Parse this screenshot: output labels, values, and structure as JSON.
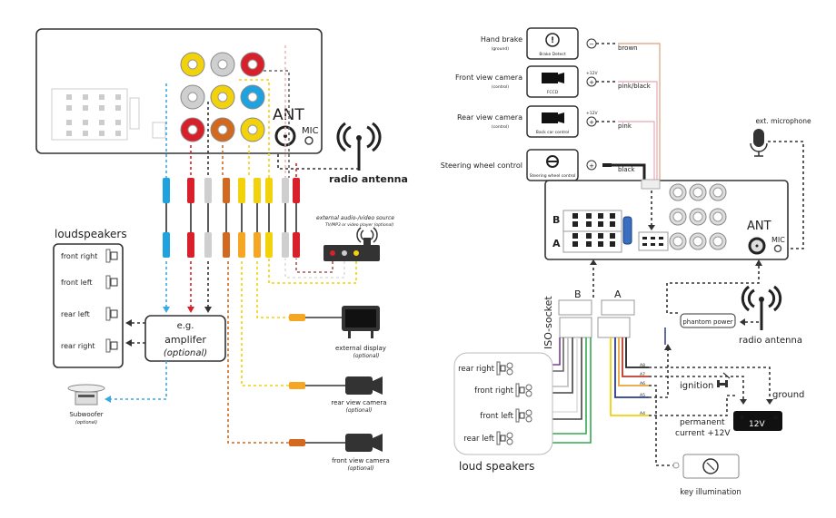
{
  "left_panel": {
    "head_unit": {
      "ant_label": "ANT",
      "mic_label": "MIC"
    },
    "radio_antenna_label": "radio antenna",
    "ext_av_source": {
      "title": "external audio-/video source",
      "subtitle": "TV/MP3 or video player (optional)"
    },
    "loudspeakers": {
      "title": "loudspeakers",
      "items": [
        "front right",
        "front left",
        "rear left",
        "rear right"
      ]
    },
    "amplifier": {
      "line1": "e.g.",
      "line2": "amplifer",
      "line3": "(optional)"
    },
    "subwoofer": {
      "label": "Subwoofer",
      "note": "(optional)"
    },
    "external_display": {
      "label": "external display",
      "note": "(optional)"
    },
    "rear_camera": {
      "label": "rear view camera",
      "note": "(optional)"
    },
    "front_camera": {
      "label": "front view camera",
      "note": "(optional)"
    },
    "rca_colors": [
      "#1fa3e0",
      "#d7202a",
      "#cfcfcf",
      "#d2691e",
      "#f2d20a",
      "#f2d20a",
      "#f2d20a",
      "#cfcfcf",
      "#d7202a"
    ]
  },
  "right_panel": {
    "controls": [
      {
        "label": "Hand brake",
        "sub": "(ground)",
        "box": "Brake Detect",
        "sign": "−",
        "volt": "",
        "wire": "brown"
      },
      {
        "label": "Front view camera",
        "sub": "(control)",
        "box": "FCCD",
        "sign": "+",
        "volt": "+12V",
        "wire": "pink/black"
      },
      {
        "label": "Rear view camera",
        "sub": "(control)",
        "box": "Back car control",
        "sign": "+",
        "volt": "+12V",
        "wire": "pink"
      },
      {
        "label": "Steering wheel control",
        "sub": "",
        "box": "Steering wheel control",
        "sign": "+",
        "volt": "",
        "wire": "black"
      }
    ],
    "ext_microphone_label": "ext. microphone",
    "head_unit": {
      "b_label": "B",
      "a_label": "A",
      "ant_label": "ANT",
      "mic_label": "MIC"
    },
    "iso_socket": {
      "label": "ISO-socket",
      "b": "B",
      "a": "A"
    },
    "loud_speakers": {
      "title": "loud speakers",
      "items": [
        "rear right",
        "front right",
        "front left",
        "rear left"
      ]
    },
    "pins": [
      "A8",
      "A7",
      "A6",
      "A5",
      "A4"
    ],
    "phantom_power_label": "phantom power",
    "radio_antenna_label": "radio antenna",
    "ignition_label": "ignition",
    "ground_label": "ground",
    "permanent_label_1": "permanent",
    "permanent_label_2": "current +12V",
    "battery_label": "12V",
    "key_illumination_label": "key illumination"
  }
}
